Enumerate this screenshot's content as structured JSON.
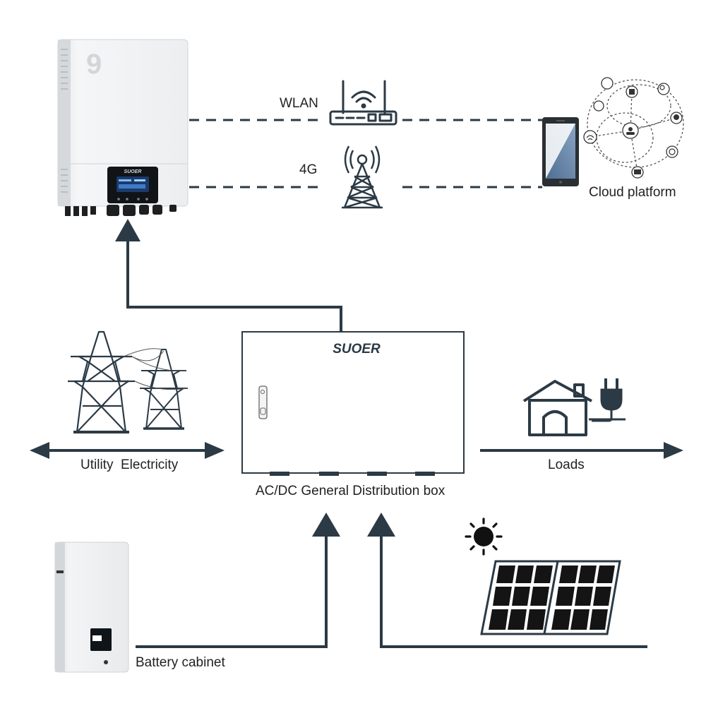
{
  "labels": {
    "wlan": "WLAN",
    "fourg": "4G",
    "cloud_platform": "Cloud platform",
    "utility_electricity": "Utility  Electricity",
    "loads": "Loads",
    "distribution_box": "AC/DC General Distribution box",
    "battery_cabinet": "Battery cabinet"
  },
  "brand": {
    "name": "SUOER",
    "inverter_mark": "9",
    "screen_logo": "SUOER"
  },
  "colors": {
    "line": "#2b3a45",
    "device_white": "#f2f3f4",
    "device_shadow": "#c9cdd1",
    "screen": "#0f1418",
    "phone_blue": "#5f7fa3",
    "solar_cell": "#141414"
  }
}
